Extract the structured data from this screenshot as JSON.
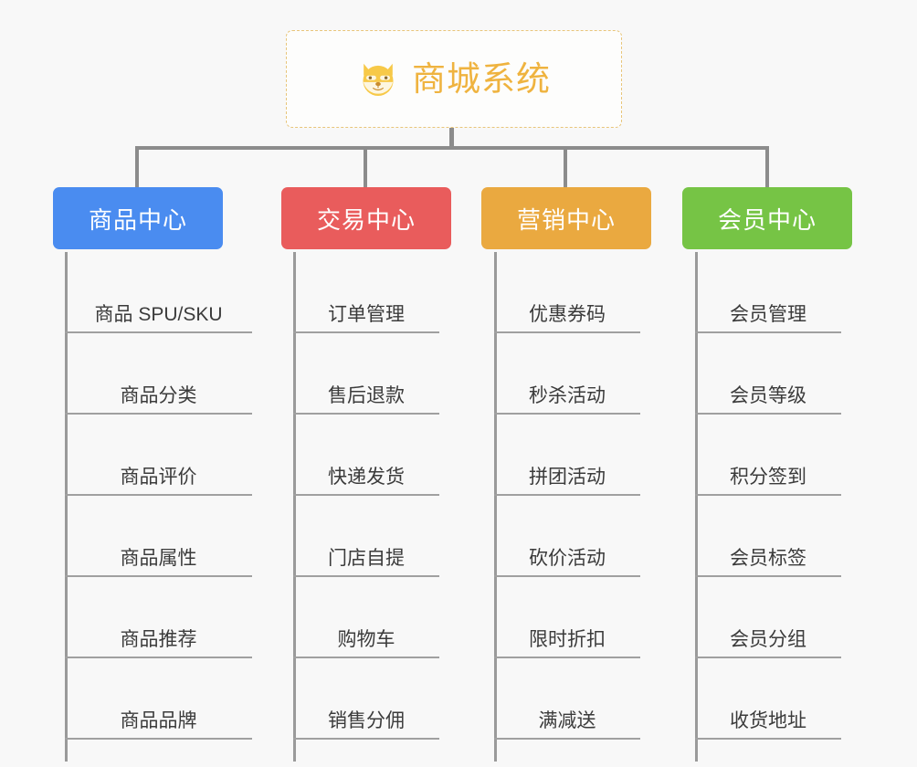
{
  "diagram": {
    "title": "商城系统",
    "root_icon": "shiba-dog-icon",
    "colors": {
      "background": "#f8f8f8",
      "root_border": "#e8c57a",
      "root_text": "#efb33f",
      "connector": "#8c8c8c",
      "rail": "#9a9a9a",
      "item_divider": "#a0a0a0",
      "item_text": "#3b3b3b",
      "product_center": "#4a8cf0",
      "trade_center": "#e95c5c",
      "marketing_center": "#eaa940",
      "member_center": "#76c445"
    },
    "columns": [
      {
        "label": "商品中心",
        "color": "#4a8cf0",
        "items": [
          "商品 SPU/SKU",
          "商品分类",
          "商品评价",
          "商品属性",
          "商品推荐",
          "商品品牌"
        ]
      },
      {
        "label": "交易中心",
        "color": "#e95c5c",
        "items": [
          "订单管理",
          "售后退款",
          "快递发货",
          "门店自提",
          "购物车",
          "销售分佣"
        ]
      },
      {
        "label": "营销中心",
        "color": "#eaa940",
        "items": [
          "优惠券码",
          "秒杀活动",
          "拼团活动",
          "砍价活动",
          "限时折扣",
          "满减送"
        ]
      },
      {
        "label": "会员中心",
        "color": "#76c445",
        "items": [
          "会员管理",
          "会员等级",
          "积分签到",
          "会员标签",
          "会员分组",
          "收货地址"
        ]
      }
    ]
  }
}
